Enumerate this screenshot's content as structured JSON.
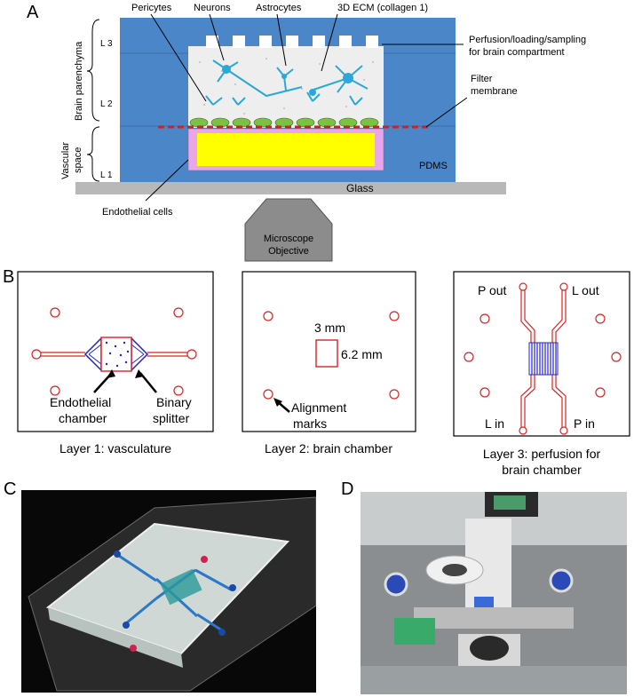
{
  "panel_a": {
    "letter": "A",
    "labels": {
      "pericytes": "Pericytes",
      "neurons": "Neurons",
      "astrocytes": "Astrocytes",
      "ecm": "3D ECM (collagen 1)",
      "perfusion_line1": "Perfusion/loading/sampling",
      "perfusion_line2": "for brain compartment",
      "filter_line1": "Filter",
      "filter_line2": "membrane",
      "brain_parenchyma": "Brain parenchyma",
      "vascular_line1": "Vascular",
      "vascular_line2": "space",
      "l3": "L 3",
      "l2": "L 2",
      "l1": "L 1",
      "pdms": "PDMS",
      "glass": "Glass",
      "endothelial_cells": "Endothelial cells",
      "objective_line1": "Microscope",
      "objective_line2": "Objective"
    },
    "colors": {
      "pdms_blue": "#4a86c8",
      "chamber_yellow": "#ffff00",
      "endothelial_pink": "#e8a8e8",
      "filter_red": "#cc2222",
      "cell_green": "#7cc242",
      "neuron_cyan": "#2aa8d8",
      "glass_gray": "#b8b8b8",
      "objective_gray": "#8c8c8c"
    }
  },
  "panel_b": {
    "letter": "B",
    "layer1": {
      "endothelial_line1": "Endothelial",
      "endothelial_line2": "chamber",
      "binary_line1": "Binary",
      "binary_line2": "splitter",
      "caption": "Layer 1: vasculature"
    },
    "layer2": {
      "width_label": "3 mm",
      "height_label": "6.2 mm",
      "align_line1": "Alignment",
      "align_line2": "marks",
      "caption": "Layer 2: brain chamber"
    },
    "layer3": {
      "p_out": "P out",
      "l_out": "L out",
      "l_in": "L in",
      "p_in": "P in",
      "caption_line1": "Layer 3: perfusion for",
      "caption_line2": "brain chamber"
    },
    "colors": {
      "design_red": "#dd2222",
      "design_blue": "#2222cc"
    }
  },
  "panel_c": {
    "letter": "C"
  },
  "panel_d": {
    "letter": "D"
  }
}
